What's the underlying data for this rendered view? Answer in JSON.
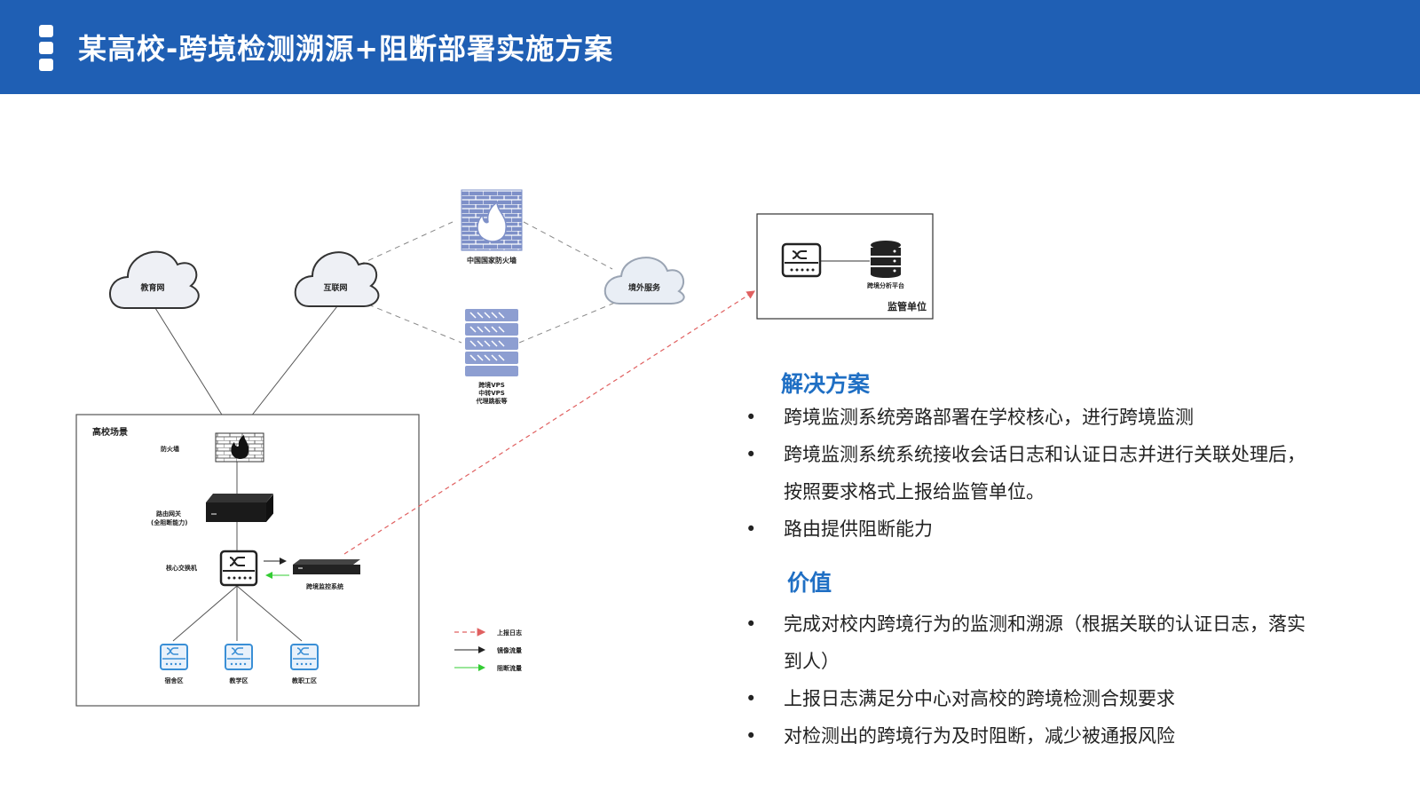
{
  "header": {
    "title": "某高校-跨境检测溯源+阻断部署实施方案",
    "bg_color": "#1f5fb4"
  },
  "diagram": {
    "clouds": {
      "edu_net": "教育网",
      "internet": "互联网",
      "overseas": "境外服务"
    },
    "china_firewall": "中国国家防火墙",
    "vps_lines": [
      "跨境VPS",
      "中转VPS",
      "代理跳板等"
    ],
    "campus": {
      "title": "高校场景",
      "firewall": "防火墙",
      "router_lines": [
        "路由网关",
        "(全阻断能力)"
      ],
      "core_switch": "核心交换机",
      "monitor_system": "跨境监控系统",
      "zones": [
        "宿舍区",
        "教学区",
        "教职工区"
      ]
    },
    "supervision": {
      "title": "监管单位",
      "platform": "跨境分析平台"
    },
    "legend": [
      {
        "label": "上报日志",
        "color": "#e06060",
        "style": "dashed"
      },
      {
        "label": "镜像流量",
        "color": "#222222",
        "style": "solid"
      },
      {
        "label": "阻断流量",
        "color": "#33cc33",
        "style": "solid"
      }
    ]
  },
  "solution": {
    "title": "解决方案",
    "items": [
      "跨境监测系统旁路部署在学校核心，进行跨境监测",
      "跨境监测系统系统接收会话日志和认证日志并进行关联处理后，按照要求格式上报给监管单位。",
      "路由提供阻断能力"
    ]
  },
  "value": {
    "title": "价值",
    "items": [
      "完成对校内跨境行为的监测和溯源（根据关联的认证日志，落实到人）",
      "上报日志满足分中心对高校的跨境检测合规要求",
      "对检测出的跨境行为及时阻断，减少被通报风险"
    ]
  },
  "accent_color": "#1f6fc4"
}
